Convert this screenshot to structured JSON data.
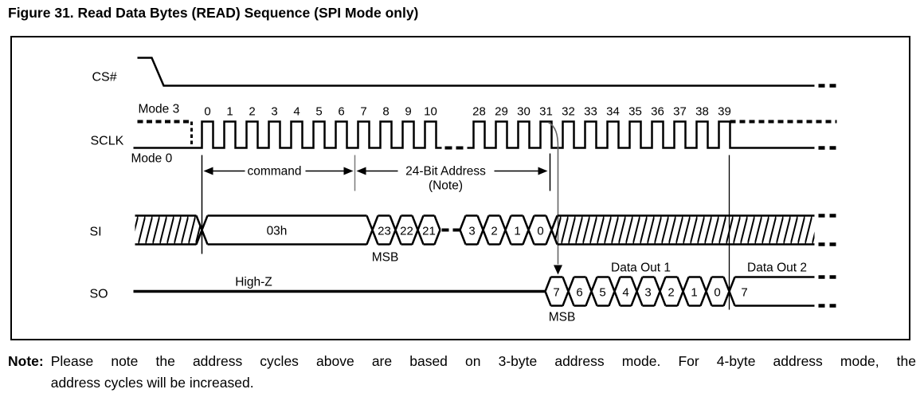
{
  "title": "Figure 31. Read Data Bytes (READ) Sequence (SPI Mode only)",
  "signals": {
    "cs_label": "CS#",
    "sclk_label": "SCLK",
    "si_label": "SI",
    "so_label": "SO"
  },
  "sclk_modes": {
    "mode3": "Mode 3",
    "mode0": "Mode 0"
  },
  "clock_numbers": {
    "first": [
      "0",
      "1",
      "2",
      "3",
      "4",
      "5",
      "6",
      "7",
      "8",
      "9",
      "10"
    ],
    "second": [
      "28",
      "29",
      "30",
      "31",
      "32",
      "33",
      "34",
      "35",
      "36",
      "37",
      "38",
      "39"
    ]
  },
  "annotations": {
    "command": "command",
    "address": "24-Bit Address",
    "address_note": "(Note)",
    "msb": "MSB",
    "high_z": "High-Z",
    "data_out_1": "Data Out 1",
    "data_out_2": "Data Out 2"
  },
  "si_values": {
    "opcode": "03h",
    "address_high_bits": [
      "23",
      "22",
      "21"
    ],
    "address_low_bits": [
      "3",
      "2",
      "1",
      "0"
    ]
  },
  "so_values": {
    "data_out_1_bits": [
      "7",
      "6",
      "5",
      "4",
      "3",
      "2",
      "1",
      "0"
    ],
    "data_out_2_first_bit": "7"
  },
  "note": {
    "label": "Note:",
    "lines": [
      "Please note the address cycles above are based on 3-byte address mode. For 4-byte address mode, the",
      "address cycles will be increased."
    ]
  },
  "colors": {
    "ink": "#000000",
    "guide": "#7a7a7a"
  }
}
